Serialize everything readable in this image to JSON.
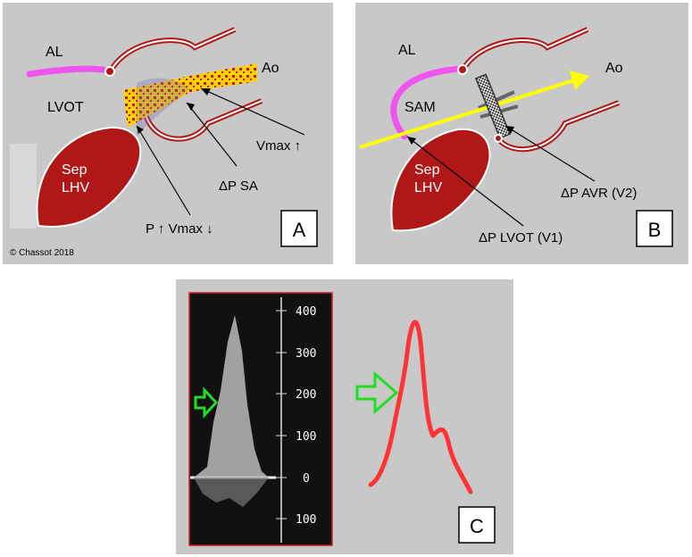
{
  "panel_a": {
    "al": "AL",
    "ao": "Ao",
    "lvot": "LVOT",
    "sep_line1": "Sep",
    "sep_line2": "LHV",
    "vmax_up": "Vmax ↑",
    "dp_sa": "ΔP SA",
    "p_vmax": "P ↑  Vmax ↓",
    "letter": "A",
    "copyright": "© Chassot 2018"
  },
  "panel_b": {
    "al": "AL",
    "ao": "Ao",
    "sam": "SAM",
    "sep_line1": "Sep",
    "sep_line2": "LHV",
    "dp_avr": "ΔP AVR (V2)",
    "dp_lvot": "ΔP LVOT (V1)",
    "letter": "B"
  },
  "panel_c": {
    "scale": [
      "400",
      "300",
      "200",
      "100",
      "0",
      "100"
    ],
    "letter": "C"
  },
  "colors": {
    "panel_bg": "#c8c8c8",
    "myocardium": "#b01818",
    "leaflet": "#ee55ee",
    "jet": "#ffd400",
    "beam": "#ffff00",
    "curve": "#ff3333",
    "green_arrow": "#22dd22"
  }
}
